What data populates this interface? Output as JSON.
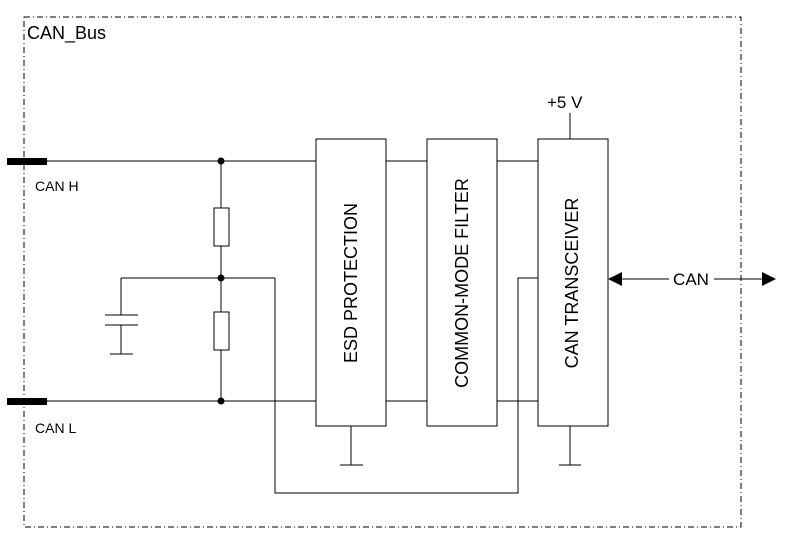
{
  "frame": {
    "label": "CAN_Bus"
  },
  "supply": {
    "label": "+5 V"
  },
  "ports": {
    "can_h": "CAN H",
    "can_l": "CAN L",
    "can": "CAN"
  },
  "blocks": {
    "esd": "ESD PROTECTION",
    "filter": "COMMON-MODE FILTER",
    "transceiver": "CAN TRANSCEIVER"
  }
}
